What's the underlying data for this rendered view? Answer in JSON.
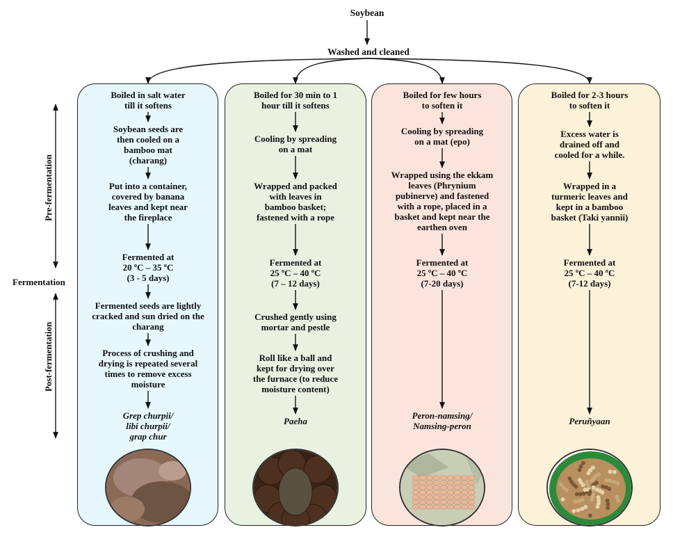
{
  "top": {
    "start": "Soybean",
    "step": "Washed and cleaned"
  },
  "phases": {
    "pre": "Pre-fermentation",
    "ferm": "Fermentation",
    "post": "Post-fermentation"
  },
  "columns": [
    {
      "bg": "#e6f7fd",
      "steps": [
        [
          "Boiled in salt water",
          "till it softens"
        ],
        [
          "Soybean seeds are",
          "then cooled on a",
          "bamboo mat",
          "(charang)"
        ],
        [
          "Put into a container,",
          "covered by banana",
          "leaves and  kept near",
          "the fireplace"
        ],
        [
          "Fermented at",
          "20 ºC – 35 ºC",
          "(3 - 5 days)"
        ],
        [
          "Fermented seeds are lightly",
          "cracked and sun dried on the",
          "charang"
        ],
        [
          "Process of crushing and",
          "drying is repeated several",
          "times to remove excess",
          "moisture"
        ]
      ],
      "product": [
        "Grep churpii/",
        "libi churpii/",
        "grap chur"
      ],
      "photo": "soil-colored fermented soybean"
    },
    {
      "bg": "#e9f1e1",
      "steps": [
        [
          "Boiled for 30 min to 1",
          "hour till it softens"
        ],
        [
          "Cooling by spreading",
          "on a mat"
        ],
        [
          "Wrapped and packed",
          "with leaves in",
          "bamboo basket;",
          "fastened with a rope"
        ],
        [
          "Fermented at",
          "25 ºC – 40 ºC",
          "(7 – 12 days)"
        ],
        [
          "Crushed gently using",
          "mortar and pestle"
        ],
        [
          "Roll like a ball and",
          "kept for drying over",
          "the furnace (to reduce",
          "moisture content)"
        ]
      ],
      "product": [
        "Paeha"
      ],
      "photo": "dark soybean balls"
    },
    {
      "bg": "#fbe4dc",
      "steps": [
        [
          "Boiled for few hours",
          "to soften it"
        ],
        [
          "Cooling by spreading",
          "on a mat (epo)"
        ],
        [
          "Wrapped using the ekkam",
          "leaves (Phrynium",
          "pubinerve) and fastened",
          "with a rope, placed in a",
          "basket and kept near the",
          "earthen oven"
        ],
        [
          "Fermented at",
          "25 ºC – 40 ºC",
          "(7-20 days)"
        ]
      ],
      "product": [
        "Peron-namsing/",
        "Namsing-peron"
      ],
      "photo": "soybeans in leaf wrap"
    },
    {
      "bg": "#fcf1d9",
      "steps": [
        [
          "Boiled for 2-3 hours",
          "to soften it"
        ],
        [
          "Excess water is",
          "drained off and",
          "cooled for a while."
        ],
        [
          "Wrapped in a",
          "turmeric leaves and",
          "kept in a bamboo",
          "basket (Taki yannii)"
        ],
        [
          "Fermented at",
          "25 ºC – 40 ºC",
          "(7-12 days)"
        ]
      ],
      "product": [
        "Peruñyaan"
      ],
      "photo": "crushed soybean in green bowl"
    }
  ]
}
